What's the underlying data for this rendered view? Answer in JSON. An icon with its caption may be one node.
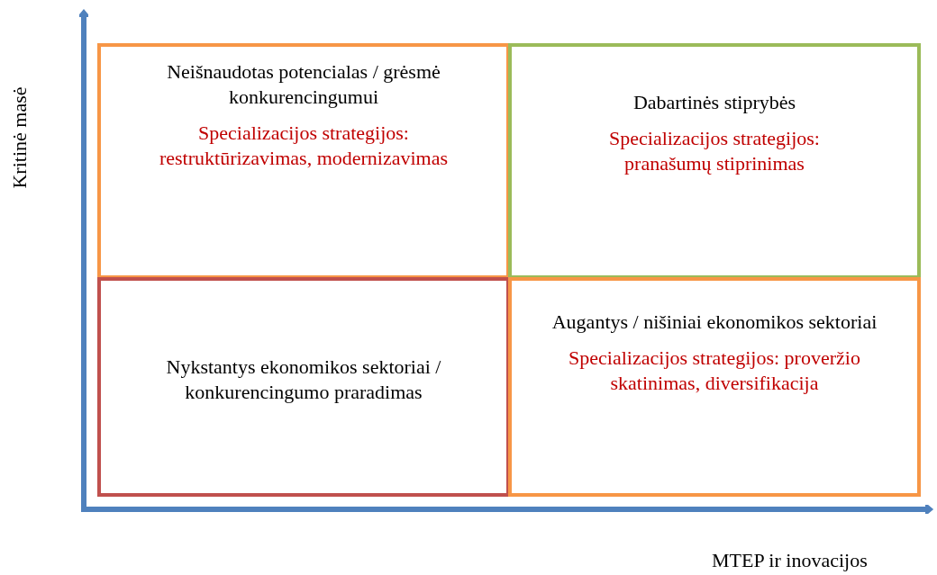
{
  "diagram": {
    "nodes": [
      {
        "text": [
          "Neišnaudotas potencialas / grėsmė konkurencingumui",
          "Specializacijos strategijos: restruktūrizavimas, modernizavimas"
        ]
      },
      {
        "text": [
          "Dabartinės stiprybės",
          "Specializacijos strategijos: pranašumų stiprinimas"
        ]
      },
      {
        "text": [
          "Nykstantys ekonomikos sektoriai / konkurencingumo praradimas"
        ]
      },
      {
        "text": [
          "Augantys / nišiniai ekonomikos sektoriai",
          "Specializacijos strategijos: proveržio skatinimas, diversifikacija"
        ]
      }
    ],
    "edges": [],
    "labels": [
      "Kritinė masė",
      "MTEP ir inovacijos"
    ]
  }
}
